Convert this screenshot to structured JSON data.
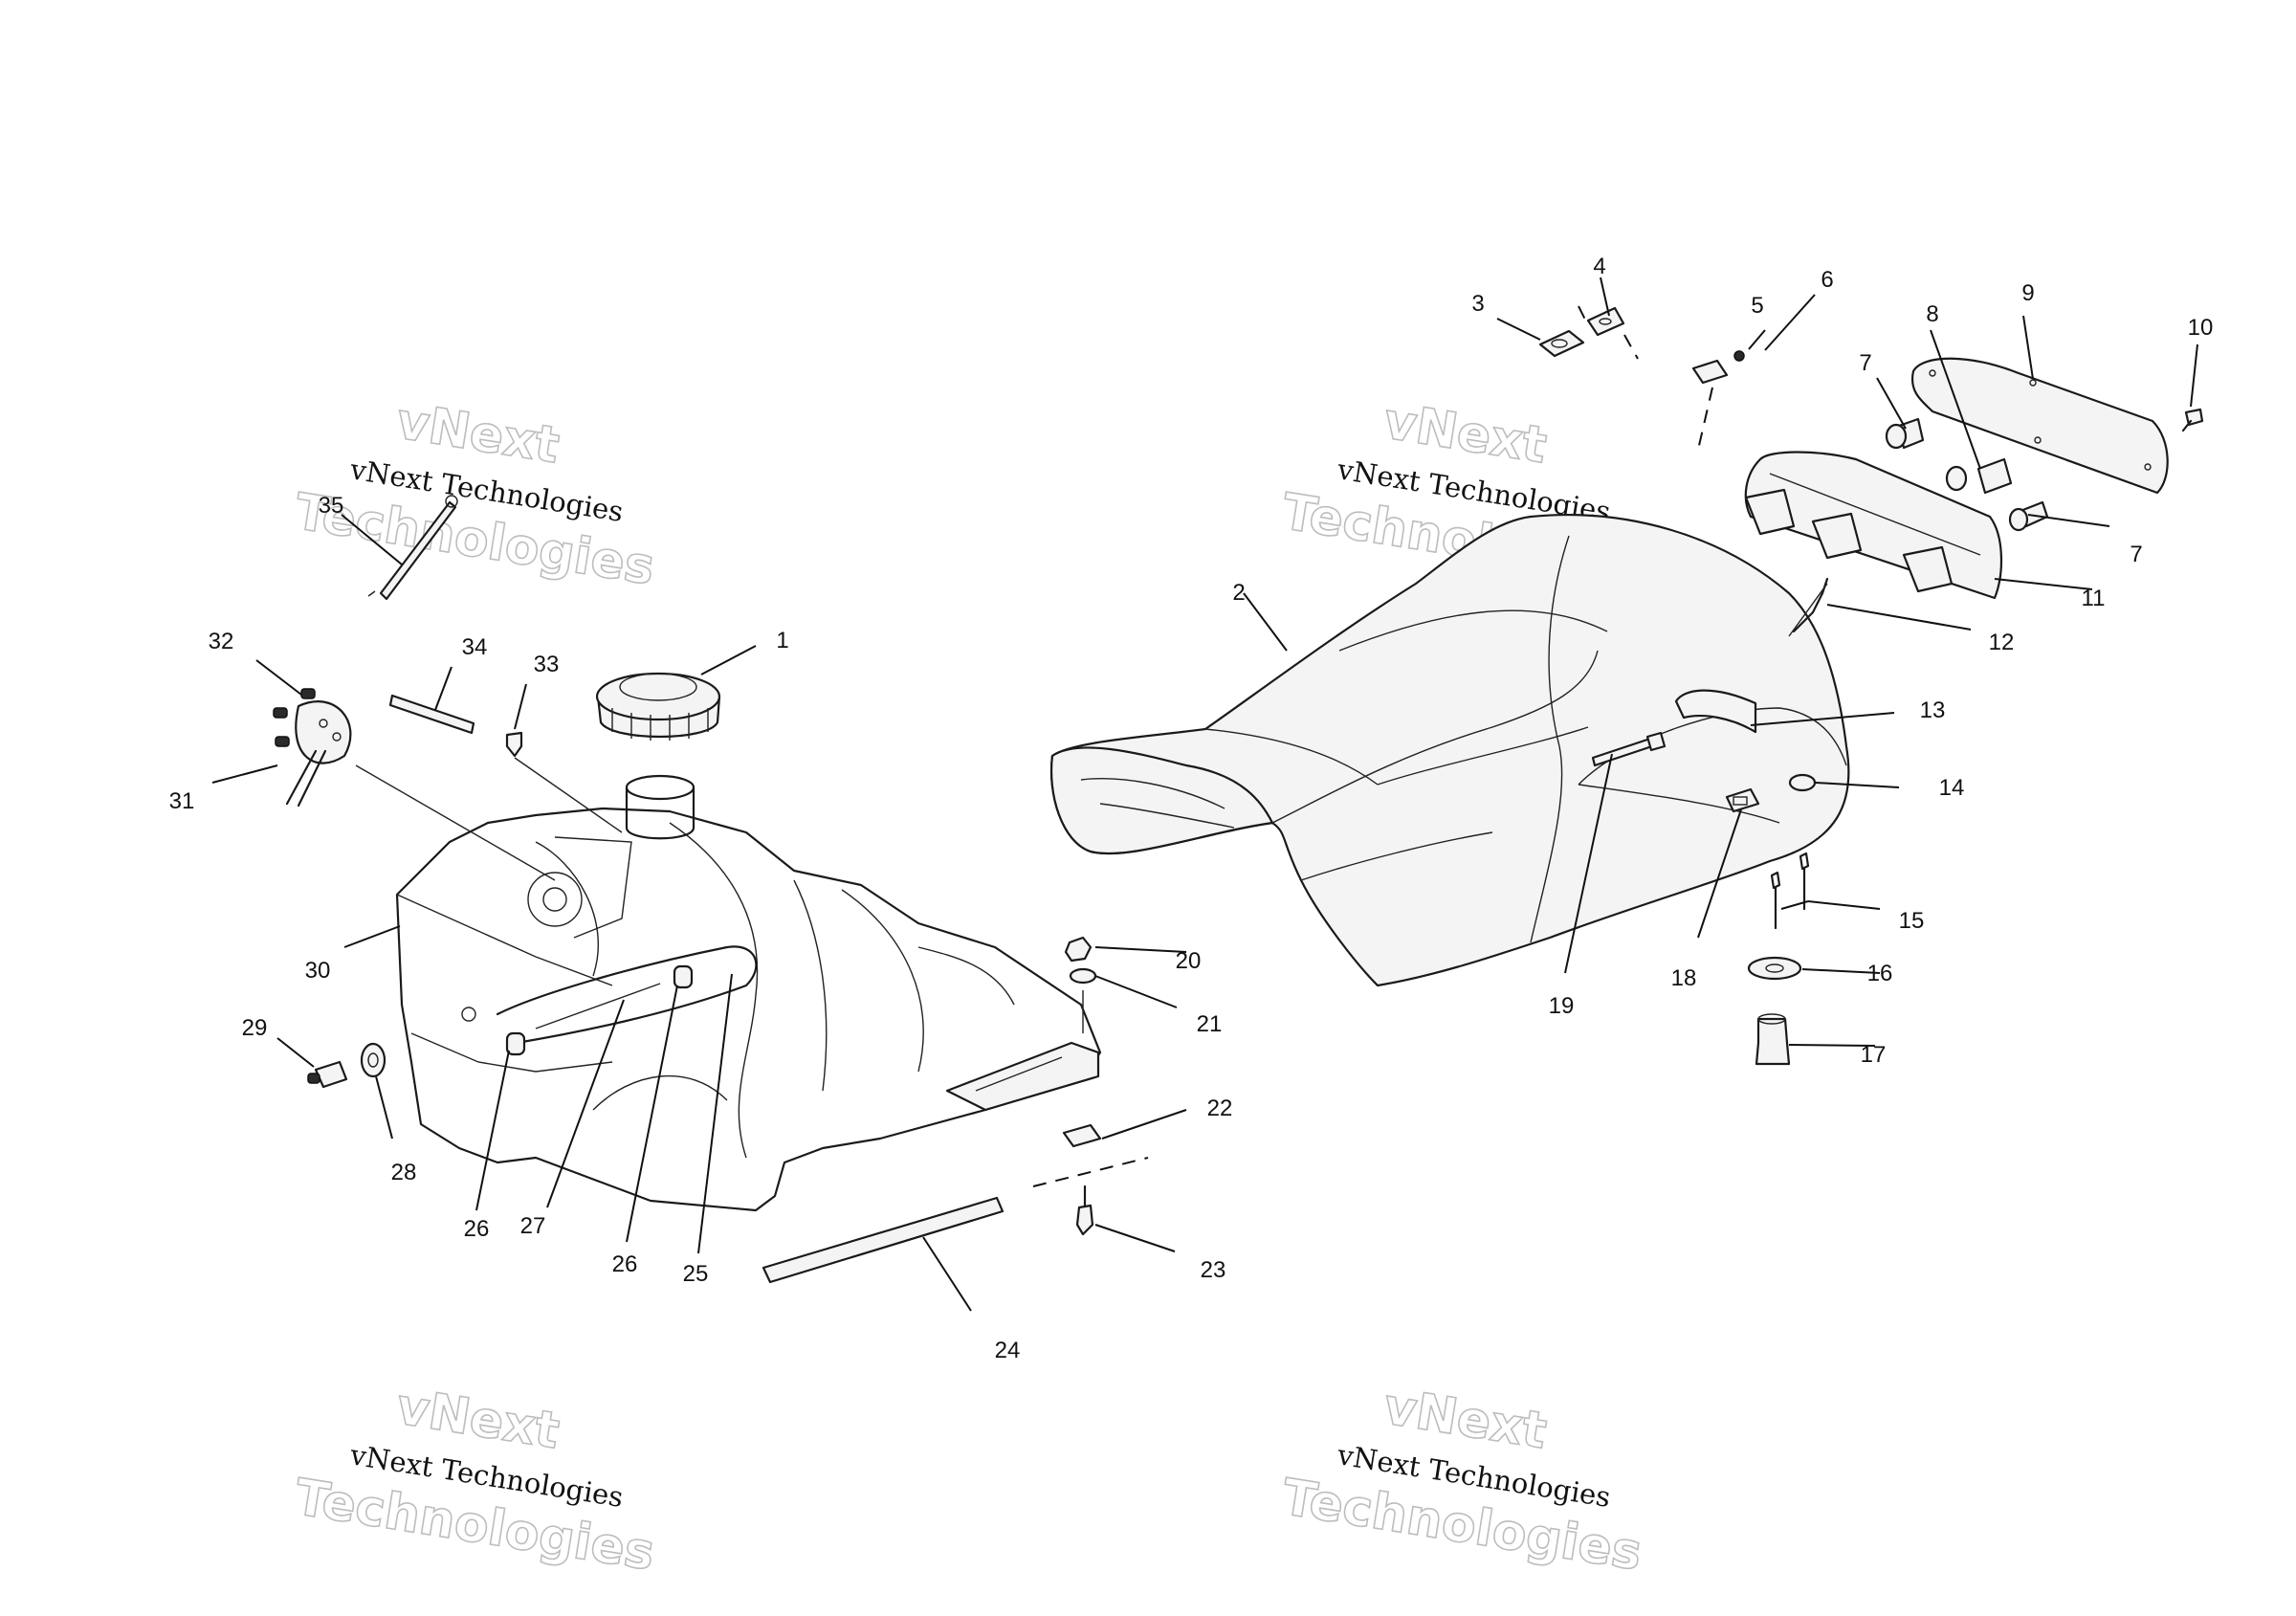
{
  "watermark": {
    "line": "vNext Technologies",
    "ghost_word_1": "vNext",
    "ghost_word_2": "Technologies"
  },
  "callouts": {
    "c1": "1",
    "c2": "2",
    "c3": "3",
    "c4": "4",
    "c5": "5",
    "c6": "6",
    "c7a": "7",
    "c7b": "7",
    "c8": "8",
    "c9": "9",
    "c10": "10",
    "c11": "11",
    "c12": "12",
    "c13": "13",
    "c14": "14",
    "c15": "15",
    "c16": "16",
    "c17": "17",
    "c18": "18",
    "c19": "19",
    "c20": "20",
    "c21": "21",
    "c22": "22",
    "c23": "23",
    "c24": "24",
    "c25": "25",
    "c26a": "26",
    "c26b": "26",
    "c27": "27",
    "c28": "28",
    "c29": "29",
    "c30": "30",
    "c31": "31",
    "c32": "32",
    "c33": "33",
    "c34": "34",
    "c35": "35"
  },
  "colors": {
    "ink": "#111111",
    "paper": "#ffffff",
    "watermark_outline": "#bdbdbd"
  }
}
